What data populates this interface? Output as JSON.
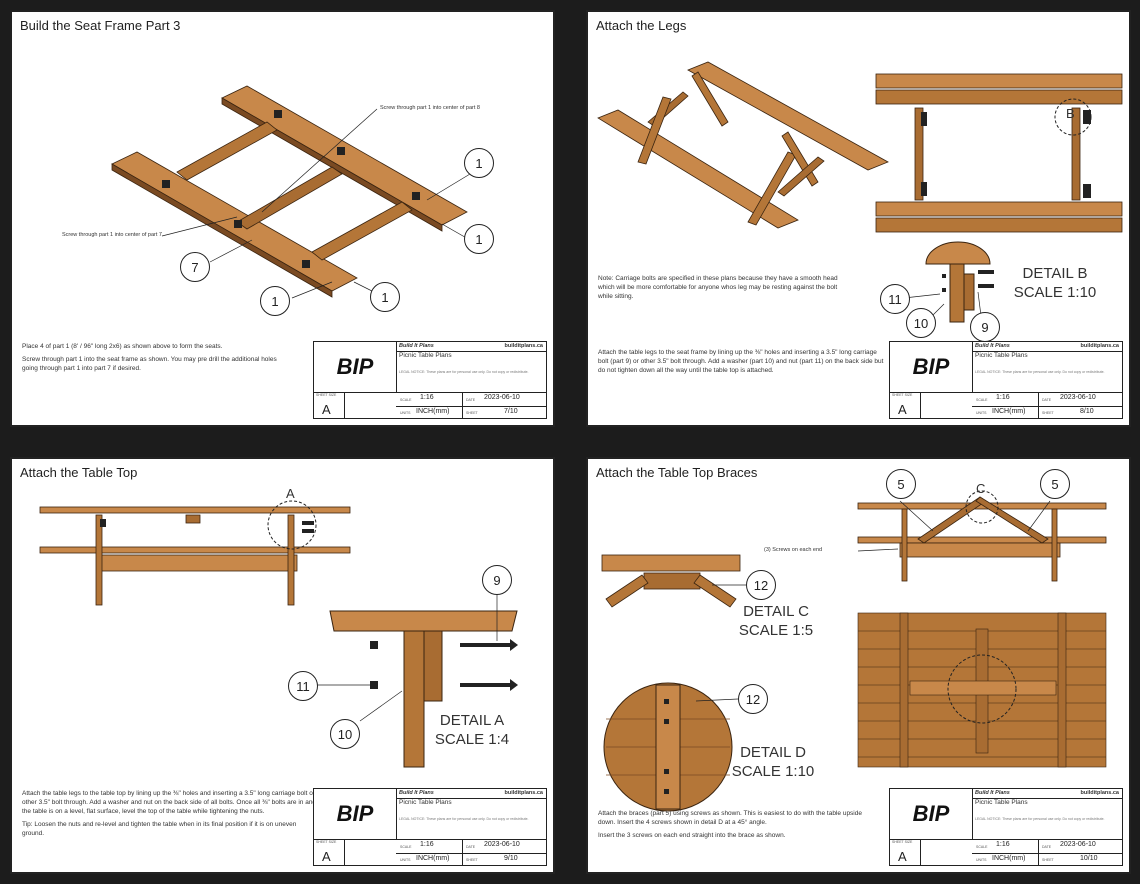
{
  "panels": [
    {
      "title": "Build the Seat Frame Part 3",
      "notes": [
        "Place 4 of part 1 (8' / 96\" long 2x6) as shown above to form the seats.",
        "Screw through part 1 into the seat frame as shown. You may pre drill the additional holes going through part 1 into part 7 if desired."
      ],
      "callouts": [
        "Screw through part 1 into center of part 8",
        "Screw through part 1 into center of part 7"
      ],
      "bubbles": [
        "1",
        "1",
        "7",
        "1",
        "1"
      ],
      "title_block": {
        "scale": "1:16",
        "date": "2023-06-10",
        "units": "INCH(mm)",
        "sheet": "7/10"
      }
    },
    {
      "title": "Attach the Legs",
      "notes": [
        "Note: Carriage bolts are specified in these plans because they have a smooth head which will be more comfortable for anyone whos leg may be resting against the bolt while sitting.",
        "Attach the table legs to the seat frame by lining up the ⅜\" holes and inserting a 3.5\" long carriage bolt (part 9) or other 3.5\" bolt through. Add a washer (part 10) and nut (part 11) on the back side but do not tighten down all the way until the table top is attached."
      ],
      "detail_marker": "B",
      "detail_label": [
        "DETAIL B",
        "SCALE 1:10"
      ],
      "bubbles": [
        "11",
        "10",
        "9"
      ],
      "title_block": {
        "scale": "1:16",
        "date": "2023-06-10",
        "units": "INCH(mm)",
        "sheet": "8/10"
      }
    },
    {
      "title": "Attach the Table Top",
      "notes": [
        "Attach the table legs to the table top by lining up the ⅜\" holes and inserting a 3.5\" long carriage bolt or other 3.5\" bolt through. Add a washer and nut on the back side of all bolts. Once all ⅜\" bolts are in and the table is on a level, flat surface, level the top of the table while tightening the nuts.",
        "Tip: Loosen the nuts and re-level and tighten the table when in its final position if it is on uneven ground."
      ],
      "detail_marker": "A",
      "detail_label": [
        "DETAIL A",
        "SCALE 1:4"
      ],
      "bubbles": [
        "9",
        "11",
        "10"
      ],
      "title_block": {
        "scale": "1:16",
        "date": "2023-06-10",
        "units": "INCH(mm)",
        "sheet": "9/10"
      }
    },
    {
      "title": "Attach the Table Top Braces",
      "notes": [
        "Attach the braces (part 5) using screws as shown. This is easiest to do with the table upside down. Insert the 4 screws shown in detail D at a 45° angle.",
        "Insert the 3 screws on each end straight into the brace as shown."
      ],
      "callouts": [
        "(3) Screws on each end"
      ],
      "detail_marker": "C",
      "detail_label_c": [
        "DETAIL C",
        "SCALE 1:5"
      ],
      "detail_label_d": [
        "DETAIL D",
        "SCALE 1:10"
      ],
      "bubbles": [
        "5",
        "5",
        "12",
        "12"
      ],
      "title_block": {
        "scale": "1:16",
        "date": "2023-06-10",
        "units": "INCH(mm)",
        "sheet": "10/10"
      }
    }
  ],
  "title_block_common": {
    "logo": "BIP",
    "brand": "Build It Plans",
    "site": "builditplans.ca",
    "project": "Picnic Table Plans",
    "copyright": "LEGAL NOTICE: These plans are for personal use only. Do not copy or redistribute.",
    "size_label": "SHEET SIZE",
    "size": "A",
    "scale_label": "SCALE",
    "date_label": "DATE",
    "units_label": "UNITS",
    "sheet_label": "SHEET"
  },
  "colors": {
    "wood_light": "#c8884a",
    "wood_dark": "#7a4a22",
    "line": "#222222",
    "background": "#1c1c1c"
  }
}
